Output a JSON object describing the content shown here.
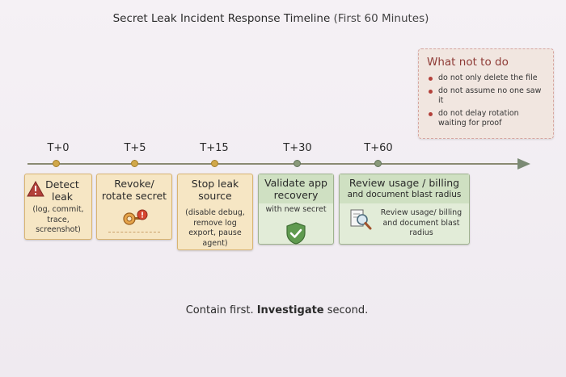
{
  "title": {
    "main": "Secret Leak Incident Response Timeline",
    "sub": "(First 60 Minutes)"
  },
  "dont_box": {
    "title": "What not to do",
    "items": [
      "do not only delete the file",
      "do not assume no one saw it",
      "do not delay rotation waiting for proof"
    ]
  },
  "timeline": {
    "ticks": [
      "T+0",
      "T+5",
      "T+15",
      "T+30",
      "T+60"
    ],
    "cards": [
      {
        "head_a": "Detect",
        "head_b": "leak",
        "body": "(log, commit, trace, screenshot)"
      },
      {
        "head": "Revoke/ rotate secret"
      },
      {
        "head": "Stop leak source",
        "body": "(disable debug, remove log export, pause agent)"
      },
      {
        "head": "Validate app recovery",
        "sub": "with new secret"
      },
      {
        "head": "Review usage / billing",
        "sub": "and document blast radius",
        "body": "Review usage/ billing and document blast radius"
      }
    ]
  },
  "closing": {
    "part1": "Contain first.",
    "part2": "Investigate",
    "part3": "second."
  },
  "colors": {
    "amber": "#f6e6c4",
    "green": "#e2ecd8",
    "warning_red": "#b3403a",
    "axis": "#8a8a72"
  },
  "icons": [
    "warning-icon",
    "key-alert-icon",
    "checkmark-shield-icon",
    "magnifier-document-icon",
    "arrow-head-icon"
  ]
}
